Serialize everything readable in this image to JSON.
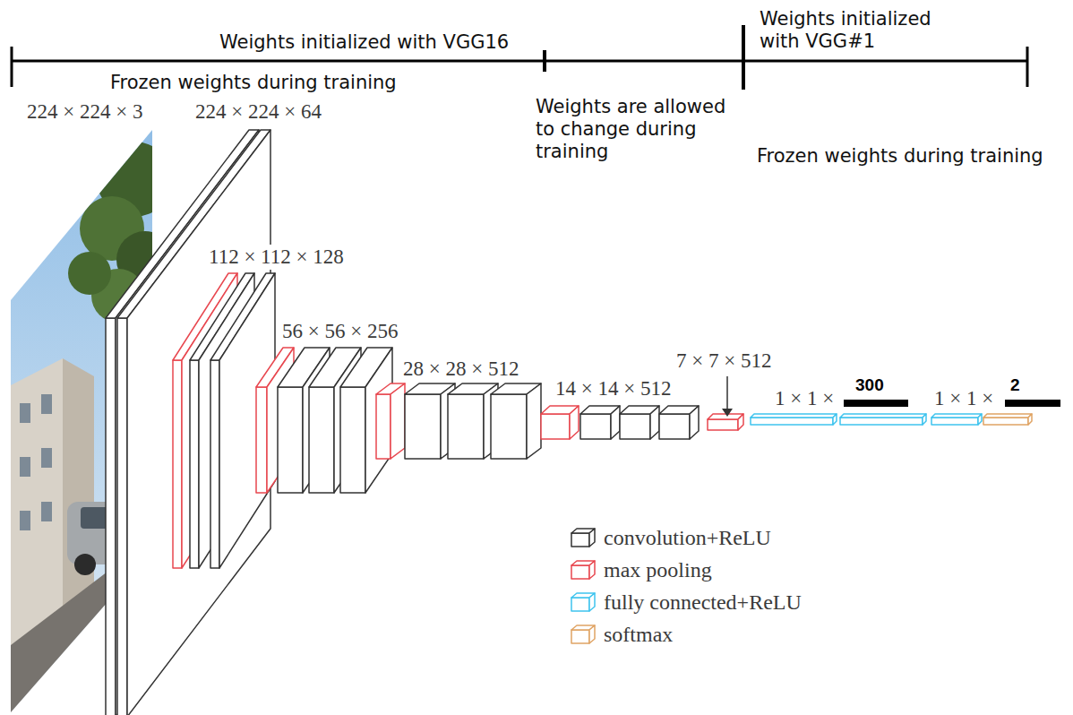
{
  "diagram": {
    "labels": [
      "Weights initialized with VGG16",
      "Weights initialized with VGG#1",
      "Frozen weights during training",
      "Weights are allowed to change during training",
      "Frozen weights during training",
      "224 × 224 × 3",
      "224 × 224 × 64",
      "112 × 112 × 128",
      "56 × 56 × 256",
      "28 × 28 × 512",
      "14 × 14 × 512",
      "7 × 7 × 512",
      "1 × 1 ×",
      "300",
      "1 × 1 ×",
      "2"
    ],
    "legend": [
      {
        "text": "convolution+ReLU",
        "color": "#333333"
      },
      {
        "text": "max pooling",
        "color": "#e8474f"
      },
      {
        "text": "fully connected+ReLU",
        "color": "#3fc4ee"
      },
      {
        "text": "softmax",
        "color": "#e0a464"
      }
    ]
  }
}
